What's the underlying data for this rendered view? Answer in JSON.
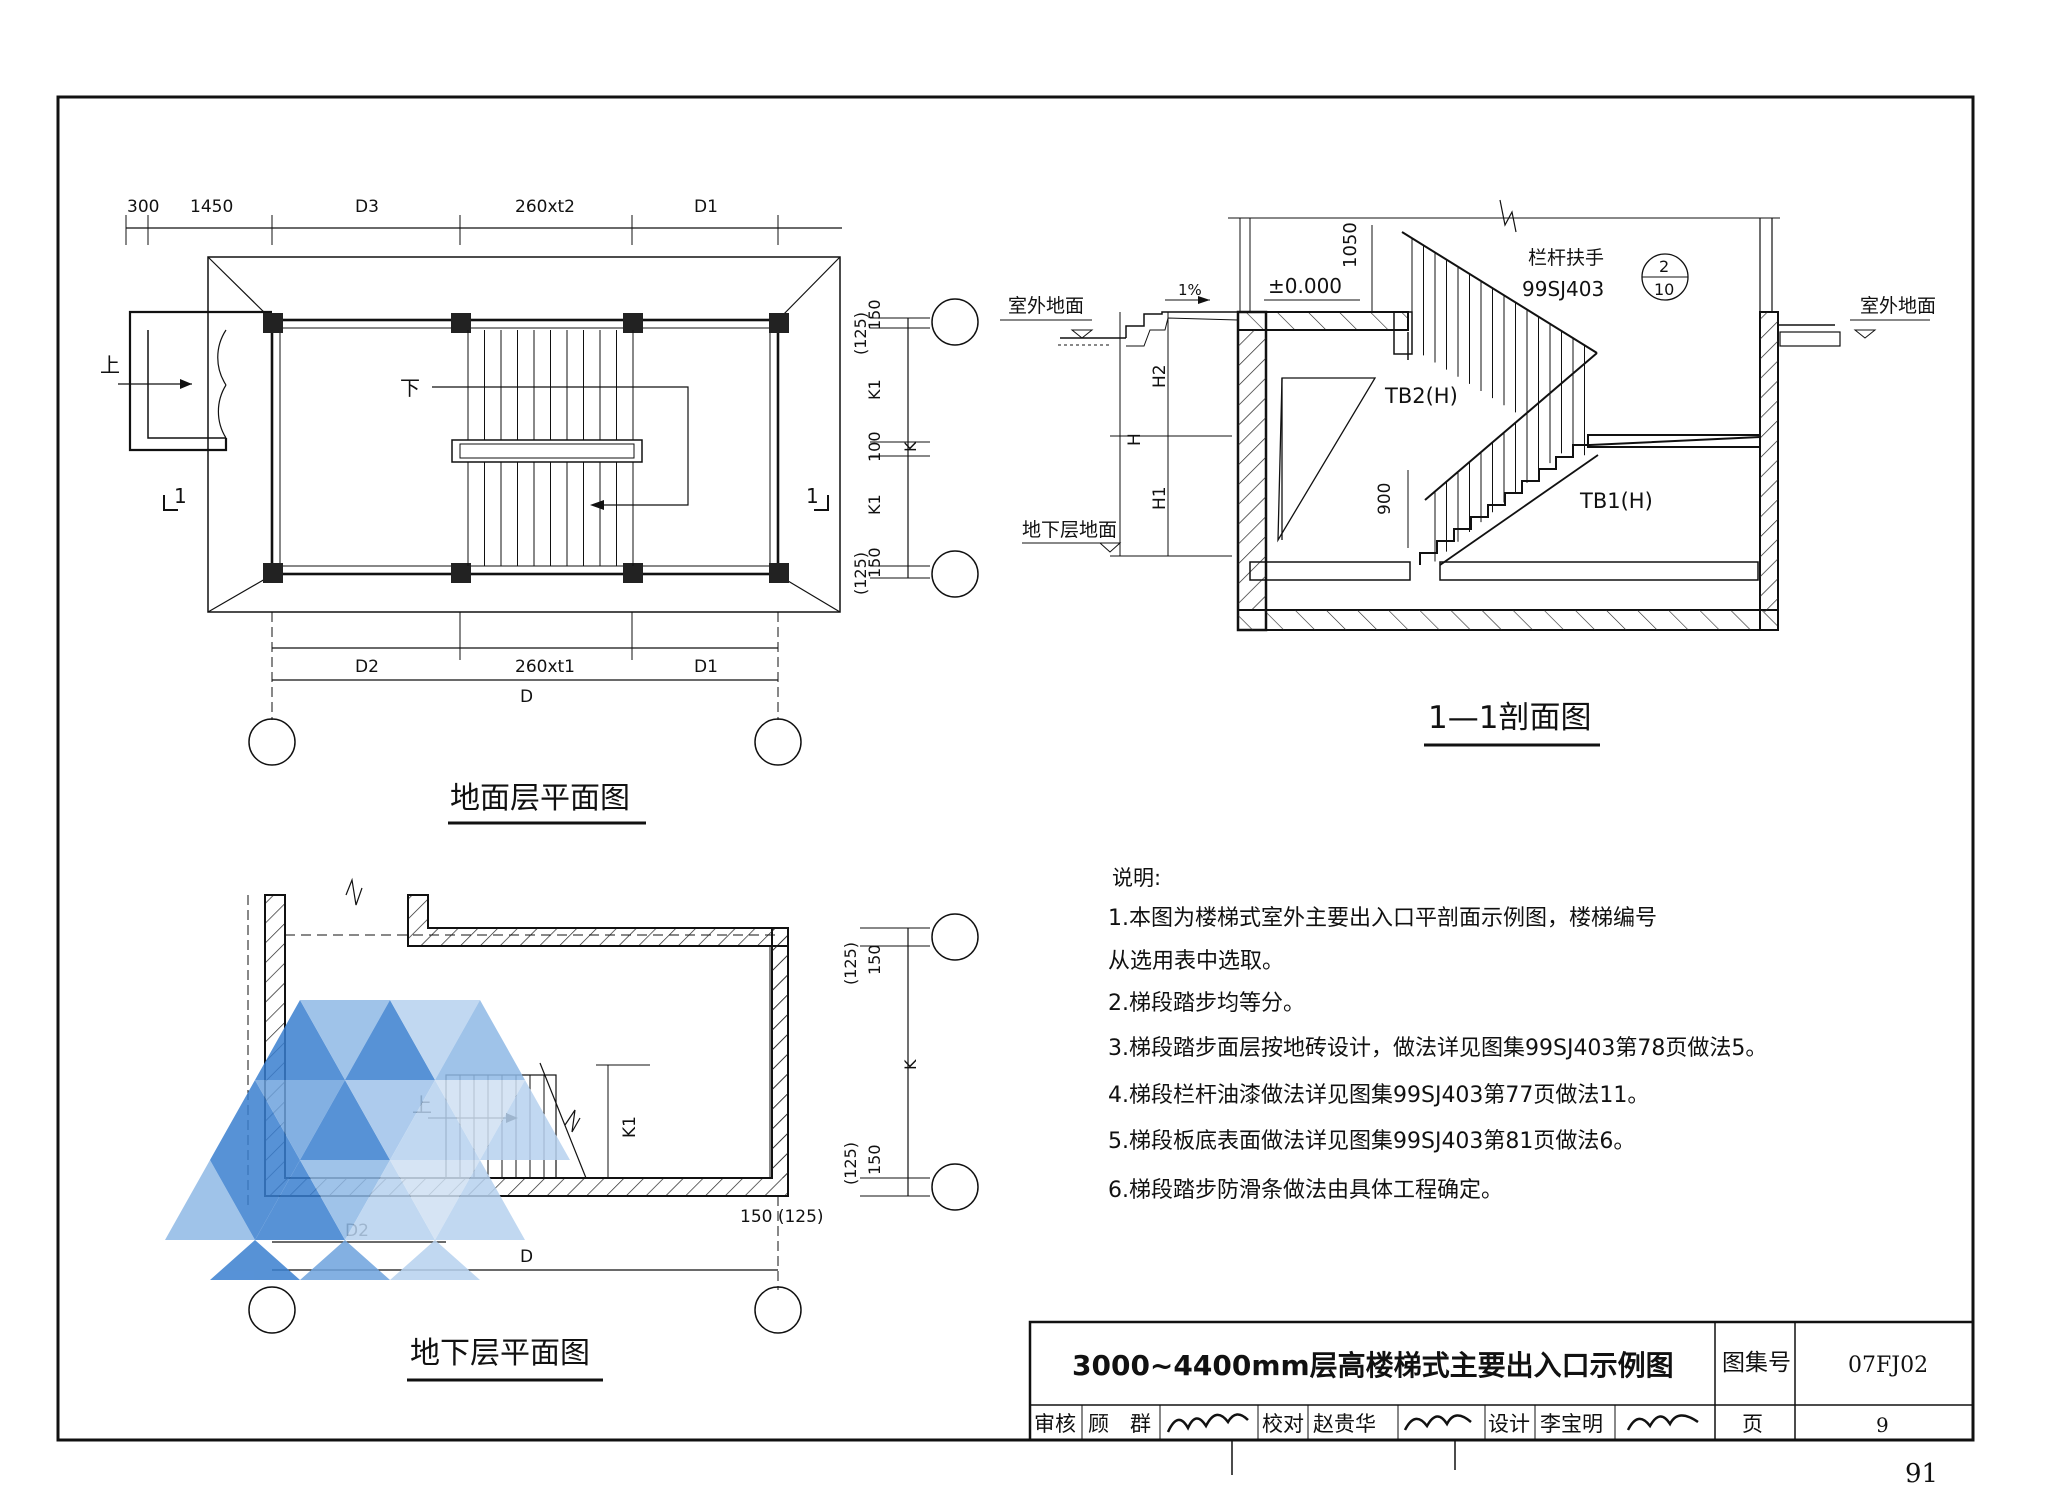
{
  "plan_ground": {
    "title": "地面层平面图",
    "dims_top": [
      "300",
      "1450",
      "D3",
      "260xt2",
      "D1"
    ],
    "dims_bottom": [
      "D2",
      "260xt1",
      "D1"
    ],
    "dim_total": "D",
    "dims_right": [
      "(125)",
      "150",
      "K1",
      "100",
      "K1",
      "(125)",
      "150",
      "K"
    ],
    "label_up": "上",
    "label_down": "下",
    "section_mark": "1"
  },
  "section": {
    "title": "1—1剖面图",
    "outdoor_left": "室外地面",
    "outdoor_right": "室外地面",
    "slope": "1%",
    "level": "±0.000",
    "h_1050": "1050",
    "railing": "栏杆扶手",
    "railing_ref": "99SJ403",
    "detail_num": "2",
    "detail_page": "10",
    "tb2": "TB2(H)",
    "tb1": "TB1(H)",
    "basement_floor": "地下层地面",
    "h_labels": [
      "H2",
      "H",
      "H1"
    ],
    "h_900": "900"
  },
  "plan_basement": {
    "title": "地下层平面图",
    "dims_right": [
      "(125)",
      "150",
      "K",
      "(125)",
      "150"
    ],
    "k1": "K1",
    "label_up": "上",
    "dim_d2": "D2",
    "dim_total": "D",
    "dim_wall": "150 (125)"
  },
  "notes": {
    "heading": "说明:",
    "items": [
      "1.本图为楼梯式室外主要出入口平剖面示例图，楼梯编号",
      "从选用表中选取。",
      "2.梯段踏步均等分。",
      "3.梯段踏步面层按地砖设计，做法详见图集99SJ403第78页做法5。",
      "4.梯段栏杆油漆做法详见图集99SJ403第77页做法11。",
      "5.梯段板底表面做法详见图集99SJ403第81页做法6。",
      "6.梯段踏步防滑条做法由具体工程确定。"
    ]
  },
  "title_block": {
    "title": "3000~4400mm层高楼梯式主要出入口示例图",
    "atlas_label": "图集号",
    "atlas_no": "07FJ02",
    "review_label": "审核",
    "reviewer": "顾　群",
    "check_label": "校对",
    "checker": "赵贵华",
    "design_label": "设计",
    "designer": "李宝明",
    "page_label": "页",
    "page_no": "9"
  },
  "page_number": "91"
}
